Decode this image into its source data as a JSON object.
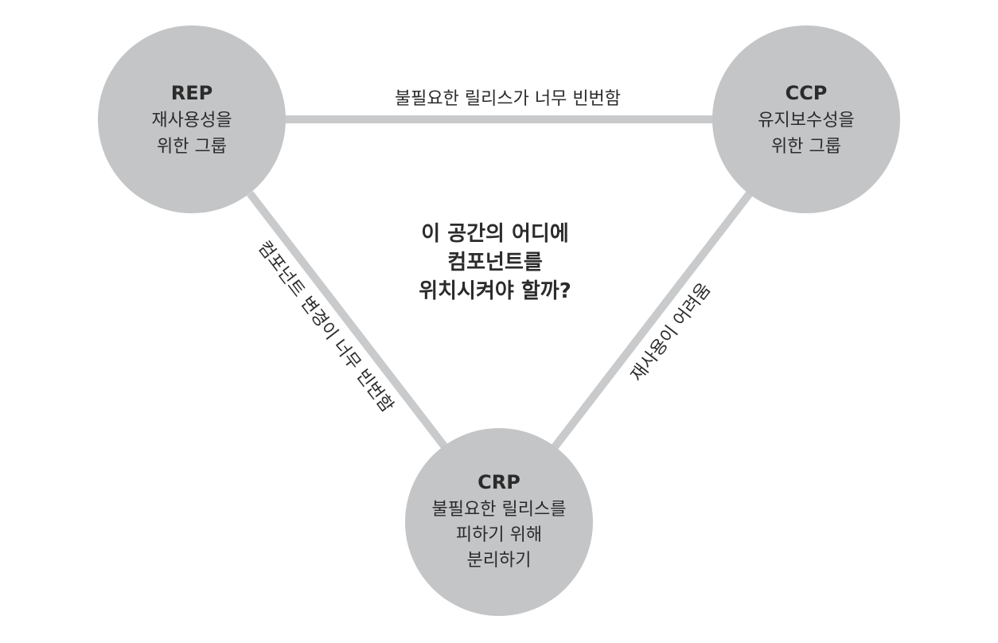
{
  "nodes": {
    "rep": {
      "title": "REP",
      "line1": "재사용성을",
      "line2": "위한 그룹"
    },
    "ccp": {
      "title": "CCP",
      "line1": "유지보수성을",
      "line2": "위한 그룹"
    },
    "crp": {
      "title": "CRP",
      "line1": "불필요한 릴리스를",
      "line2": "피하기 위해",
      "line3": "분리하기"
    }
  },
  "edges": {
    "top": "불필요한 릴리스가 너무 빈번함",
    "left": "컴포넌트 변경이 너무 빈번함",
    "right": "재사용이 어려움"
  },
  "center_question": {
    "line1": "이 공간의 어디에",
    "line2": "컴포넌트를",
    "line3": "위치시켜야 할까?"
  }
}
